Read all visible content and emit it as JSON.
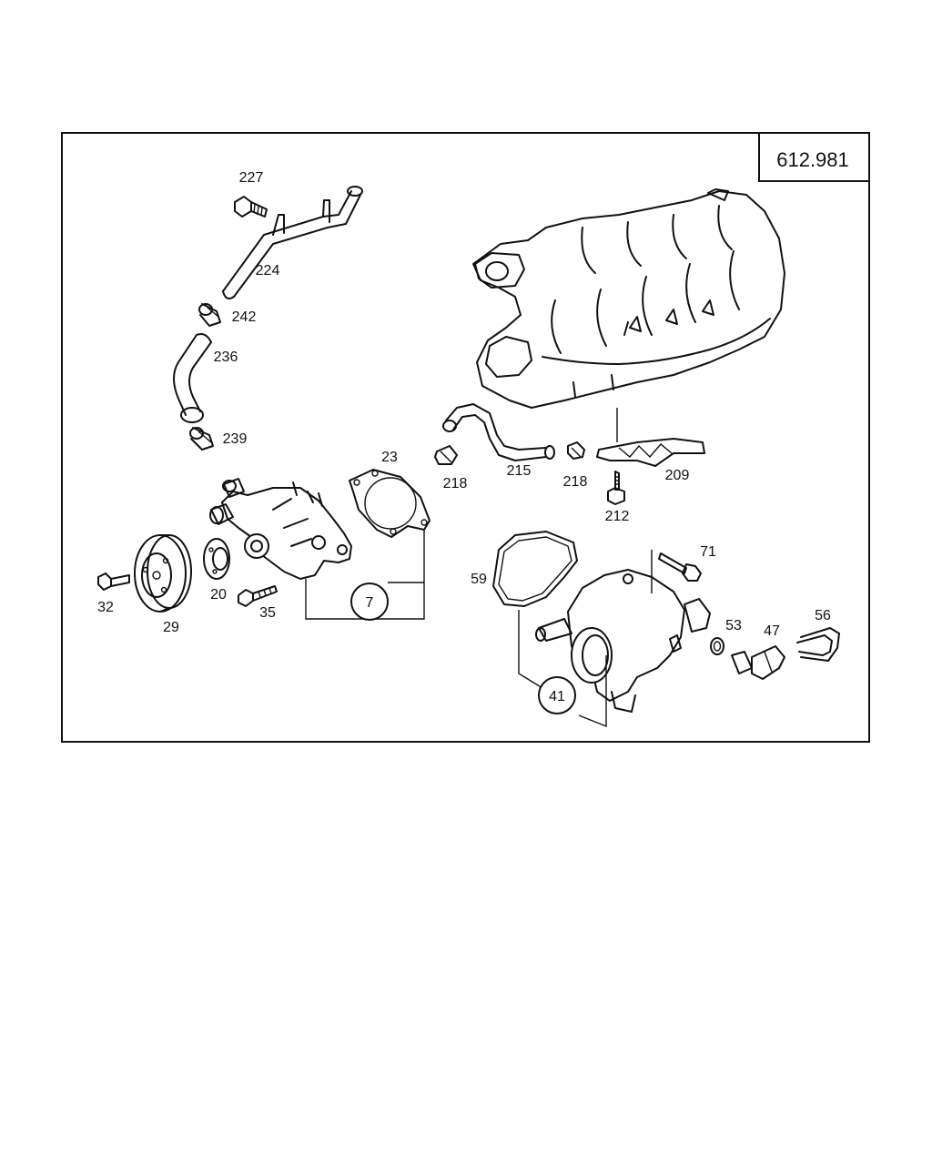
{
  "diagram": {
    "reference_code": "612.981",
    "callouts": {
      "c227": "227",
      "c224": "224",
      "c242": "242",
      "c236": "236",
      "c239": "239",
      "c23": "23",
      "c218a": "218",
      "c215": "215",
      "c218b": "218",
      "c209": "209",
      "c212": "212",
      "c32": "32",
      "c29": "29",
      "c20": "20",
      "c35": "35",
      "c7": "7",
      "c59": "59",
      "c71": "71",
      "c53": "53",
      "c47": "47",
      "c56": "56",
      "c41": "41"
    }
  }
}
